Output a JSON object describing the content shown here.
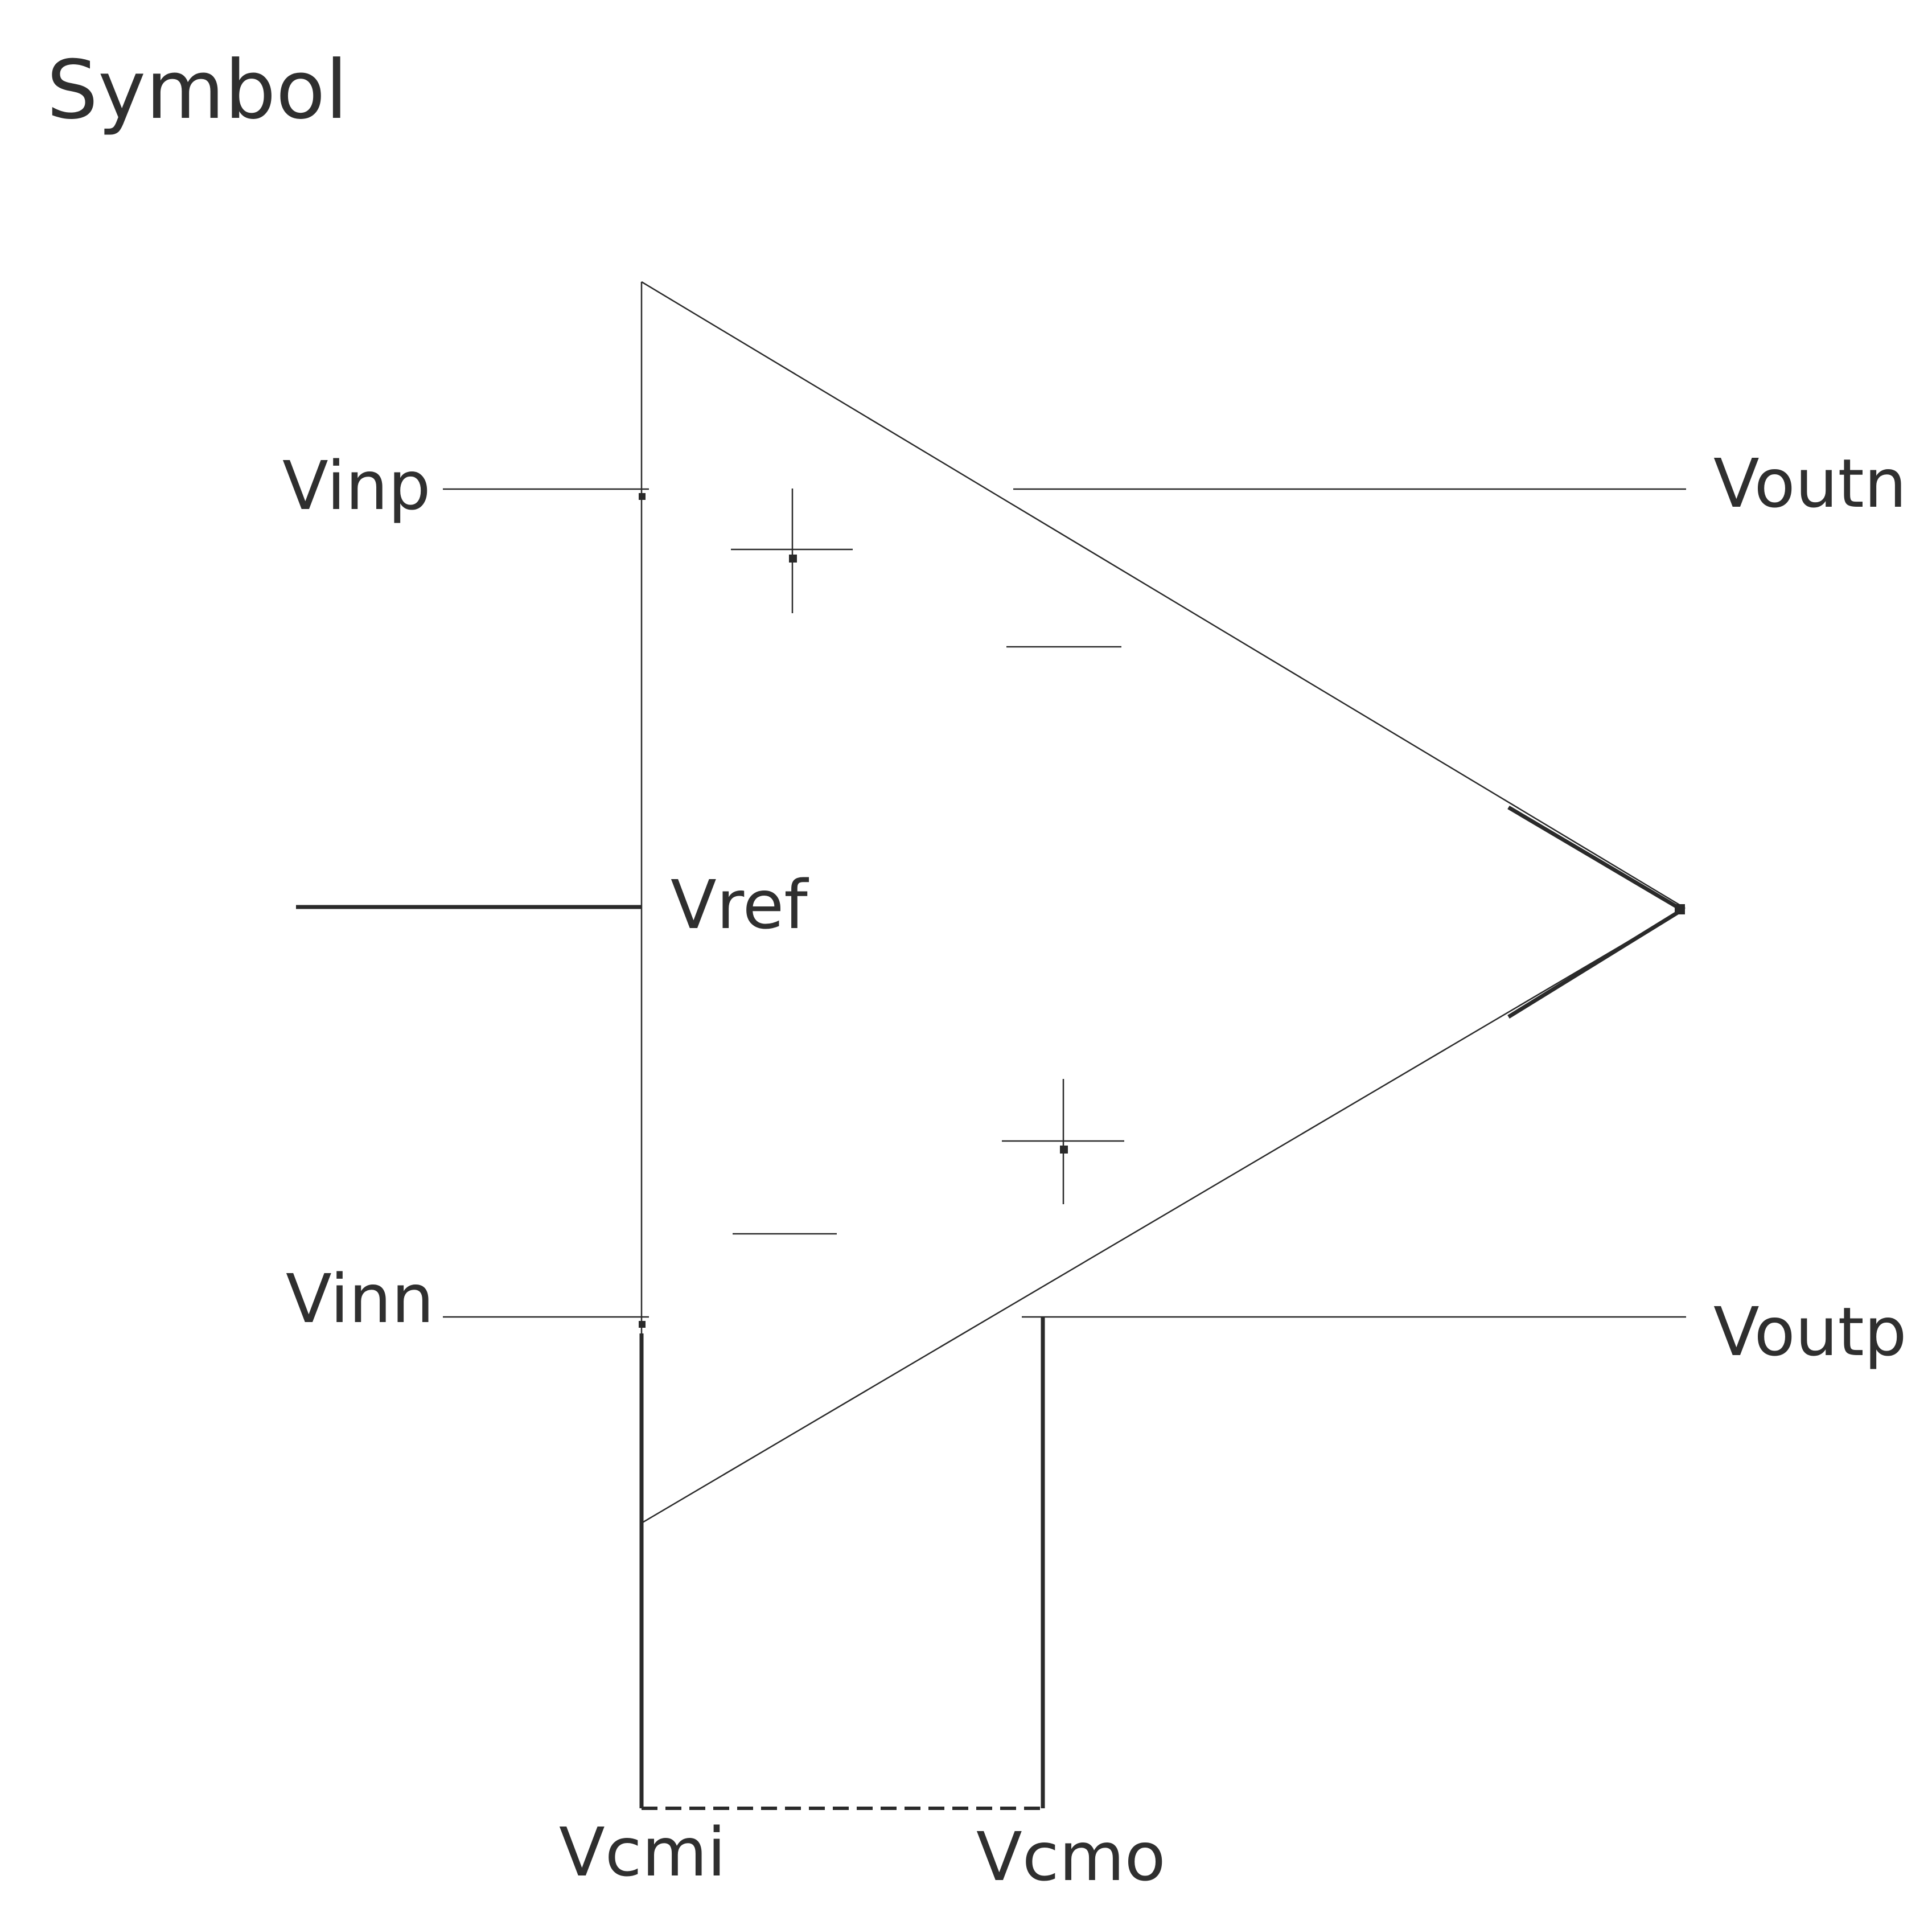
{
  "title": "Symbol",
  "pins": {
    "vinp": "Vinp",
    "vinn": "Vinn",
    "vref": "Vref",
    "voutn": "Voutn",
    "voutp": "Voutp",
    "vcmi": "Vcmi",
    "vcmo": "Vcmo"
  },
  "colors": {
    "stroke": "#2a2a2a",
    "text": "#2f2f2f",
    "background": "#ffffff"
  }
}
